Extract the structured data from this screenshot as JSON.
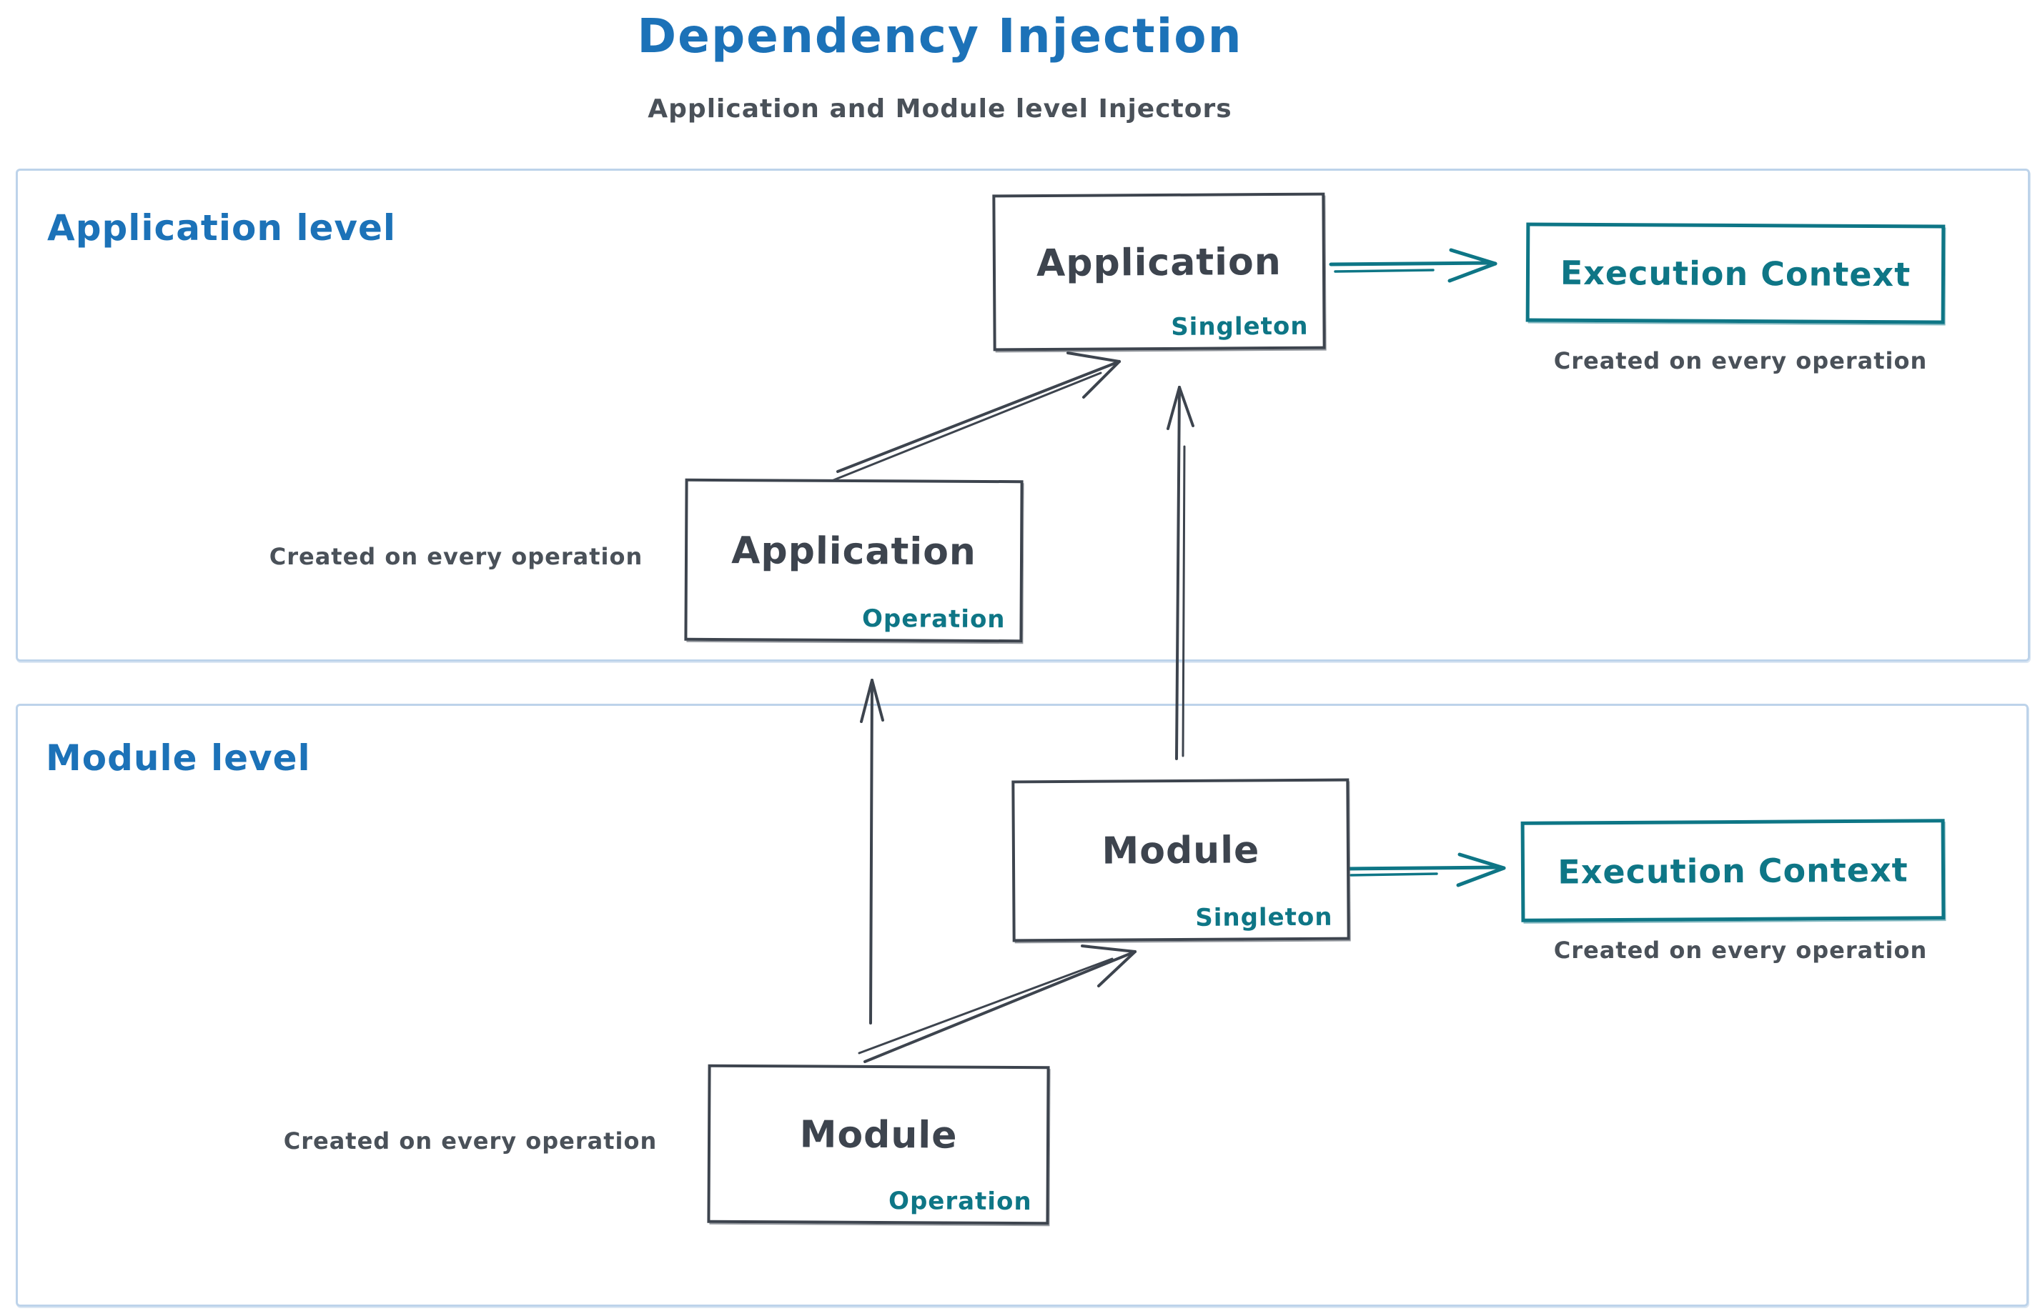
{
  "title": "Dependency Injection",
  "subtitle": "Application and Module level Injectors",
  "colors": {
    "accent_blue": "#1c72b8",
    "accent_teal": "#0e7686",
    "stroke_dark": "#3d444e",
    "text_gray": "#4a5159",
    "frame_light_blue": "#bdd3ea"
  },
  "sections": {
    "application": {
      "label": "Application level",
      "singleton_box": {
        "title": "Application",
        "tag": "Singleton"
      },
      "operation_box": {
        "title": "Application",
        "tag": "Operation"
      },
      "operation_caption": "Created on every operation",
      "execution_box": {
        "title": "Execution Context"
      },
      "execution_caption": "Created on every operation"
    },
    "module": {
      "label": "Module level",
      "singleton_box": {
        "title": "Module",
        "tag": "Singleton"
      },
      "operation_box": {
        "title": "Module",
        "tag": "Operation"
      },
      "operation_caption": "Created on every operation",
      "execution_box": {
        "title": "Execution Context"
      },
      "execution_caption": "Created on every operation"
    }
  },
  "arrows": [
    {
      "name": "app-operation-to-app-singleton",
      "color": "dark"
    },
    {
      "name": "module-singleton-to-app-singleton",
      "color": "dark"
    },
    {
      "name": "module-operation-to-app-operation",
      "color": "dark"
    },
    {
      "name": "module-operation-to-module-singleton",
      "color": "dark"
    },
    {
      "name": "app-singleton-to-execution-context",
      "color": "teal"
    },
    {
      "name": "module-singleton-to-execution-context",
      "color": "teal"
    }
  ]
}
